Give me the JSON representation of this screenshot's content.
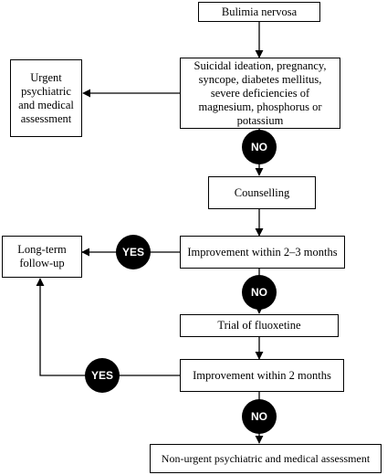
{
  "nodes": {
    "bulimia": "Bulimia nervosa",
    "risk_factors": "Suicidal ideation, pregnancy, syncope, diabetes mellitus, severe deficiencies of magnesium, phosphorus or potassium",
    "urgent_assessment": "Urgent psychiatric and medical assessment",
    "counselling": "Counselling",
    "improvement_2_3": "Improvement within 2–3 months",
    "long_term": "Long-term follow-up",
    "fluoxetine": "Trial of fluoxetine",
    "improvement_2": "Improvement within 2 months",
    "non_urgent": "Non-urgent psychiatric and medical assessment"
  },
  "decisions": {
    "no_1": "NO",
    "yes_1": "YES",
    "no_2": "NO",
    "yes_2": "YES",
    "no_3": "NO"
  }
}
